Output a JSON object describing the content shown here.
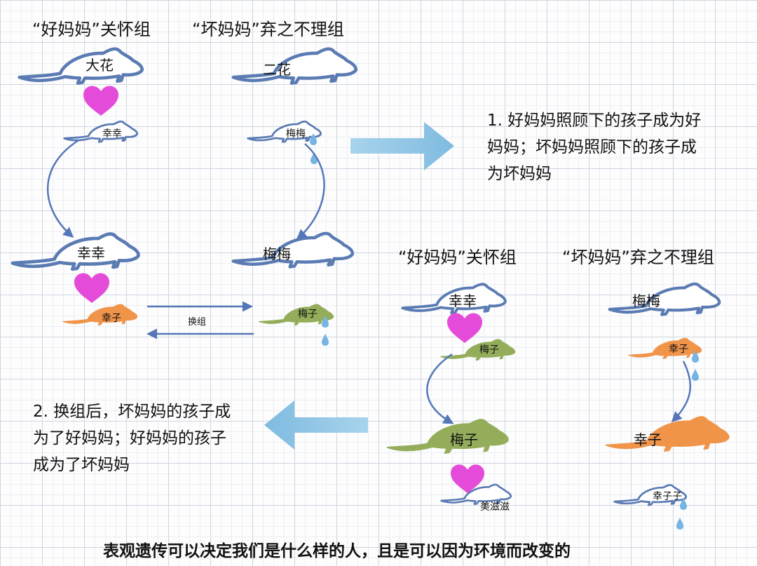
{
  "groups": {
    "good_top": "“好妈妈”关怀组",
    "bad_top": "“坏妈妈”弃之不理组",
    "good_right": "“好妈妈”关怀组",
    "bad_right": "“坏妈妈”弃之不理组"
  },
  "mice": {
    "dahua": "大花",
    "erhua": "二花",
    "xingxing_baby": "幸幸",
    "meimei_baby": "梅梅",
    "xingxing_adult": "幸幸",
    "meimei_adult": "梅梅",
    "xingzi_left": "幸子",
    "meizi_left": "梅子",
    "xingxing_right": "幸幸",
    "meimei_right": "梅梅",
    "meizi_baby": "梅子",
    "xingzi_baby": "幸子",
    "meizi_adult": "梅子",
    "xingzi_adult": "幸子",
    "meizizi": "美滋滋",
    "xingzizi": "幸子子"
  },
  "swap_label": "换组",
  "notes": {
    "note1": "1. 好妈妈照顾下的孩子成为好妈妈；坏妈妈照顾下的孩子成为坏妈妈",
    "note2": "2. 换组后，坏妈妈的孩子成为了好妈妈；好妈妈的孩子成为了坏妈妈"
  },
  "footer": "表观遗传可以决定我们是什么样的人，且是可以因为环境而改变的",
  "colors": {
    "blue_mouse": "#5b7bb3",
    "orange_mouse": "#f0944a",
    "green_mouse": "#93ad5a",
    "heart": "#e44bd9",
    "big_arrow": "#8cc4e3",
    "curve_arrow": "#5577b8",
    "tear": "#76b4e4"
  }
}
